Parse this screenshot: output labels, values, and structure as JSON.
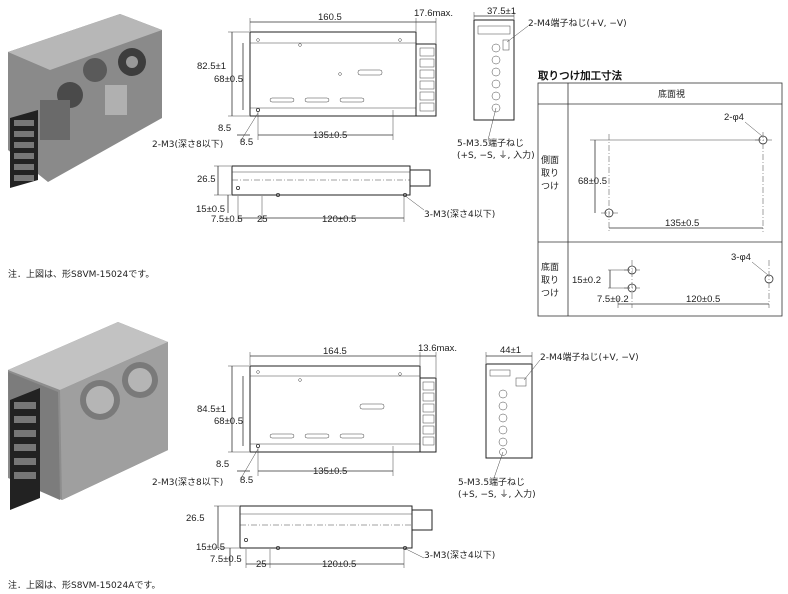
{
  "section_heading": "取りつけ加工寸法",
  "table": {
    "header": "底面視",
    "row1_label": [
      "側面",
      "取り",
      "つけ"
    ],
    "row2_label": [
      "底面",
      "取り",
      "つけ"
    ],
    "row1": {
      "holes": "2-φ4",
      "v": "68±0.5",
      "h": "135±0.5"
    },
    "row2": {
      "holes": "3-φ4",
      "v": "15±0.2",
      "h1": "7.5±0.2",
      "h2": "120±0.5"
    }
  },
  "product1": {
    "note": "注．上図は、形S8VM-15024です。",
    "width": "160.5",
    "terminal": "17.6max.",
    "depth": "37.5±1",
    "height": "82.5±1",
    "hole_v": "68±0.5",
    "off1": "8.5",
    "off2": "8.5",
    "hole_h": "135±0.5",
    "m3_side": "2-M3(深さ8以下)",
    "m4": "2-M4端子ねじ(+V, −V)",
    "m35": "5-M3.5端子ねじ",
    "m35_sub": "(+S, −S, ⏚, 入力)",
    "side_h": "26.5",
    "b15": "15±0.5",
    "b75": "7.5±0.5",
    "b25": "25",
    "b120": "120±0.5",
    "m3_bottom": "3-M3(深さ4以下)"
  },
  "product2": {
    "note": "注．上図は、形S8VM-15024Aです。",
    "width": "164.5",
    "terminal": "13.6max.",
    "depth": "44±1",
    "height": "84.5±1",
    "hole_v": "68±0.5",
    "off1": "8.5",
    "off2": "8.5",
    "hole_h": "135±0.5",
    "m3_side": "2-M3(深さ8以下)",
    "m4": "2-M4端子ねじ(+V, −V)",
    "m35": "5-M3.5端子ねじ",
    "m35_sub": "(+S, −S, ⏚, 入力)",
    "side_h": "26.5",
    "b15": "15±0.5",
    "b75": "7.5±0.5",
    "b25": "25",
    "b120": "120±0.5",
    "m3_bottom": "3-M3(深さ4以下)"
  }
}
